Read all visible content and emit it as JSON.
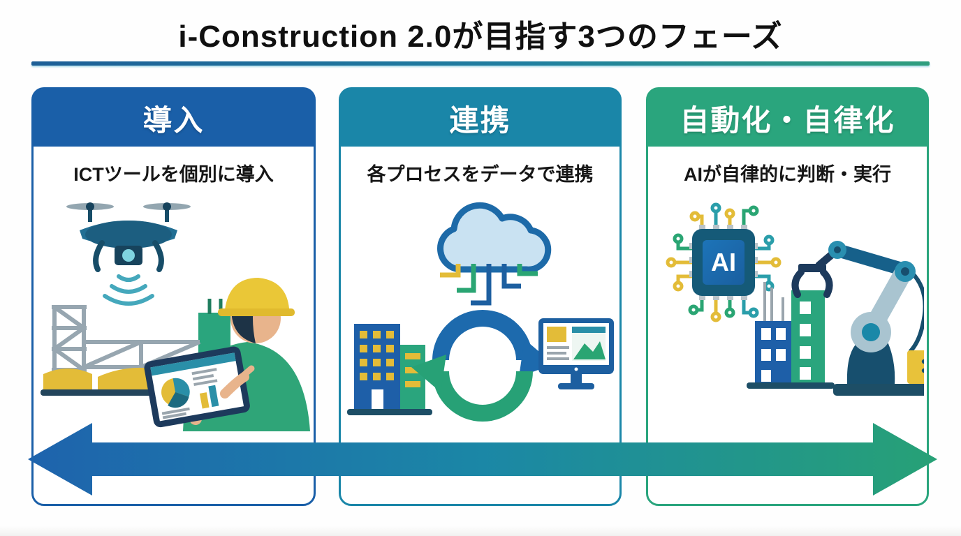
{
  "title": "i-Construction 2.0が目指す3つのフェーズ",
  "phases": [
    {
      "label": "導入",
      "description": "ICTツールを個別に導入",
      "icon": "drone-construction-worker-illustration",
      "theme_color": "#1a5fa8"
    },
    {
      "label": "連携",
      "description": "各プロセスをデータで連携",
      "icon": "cloud-data-sync-illustration",
      "theme_color": "#1a86a8"
    },
    {
      "label": "自動化・自律化",
      "description": "AIが自律的に判断・実行",
      "icon": "ai-chip-robot-arm-illustration",
      "theme_color": "#2aa57d"
    }
  ],
  "ai_chip": {
    "label": "AI"
  },
  "arrow": {
    "direction": "both",
    "start_color": "#1e63ad",
    "mid_color": "#1b87a6",
    "end_color": "#27a176"
  },
  "colors": {
    "title_text": "#101010",
    "underline_start": "#1d5f97",
    "underline_end": "#2f9e7e",
    "accent_yellow": "#e3bc38",
    "accent_green": "#2aa57d",
    "accent_blue": "#1e5fa8",
    "accent_teal": "#1a86a8"
  }
}
